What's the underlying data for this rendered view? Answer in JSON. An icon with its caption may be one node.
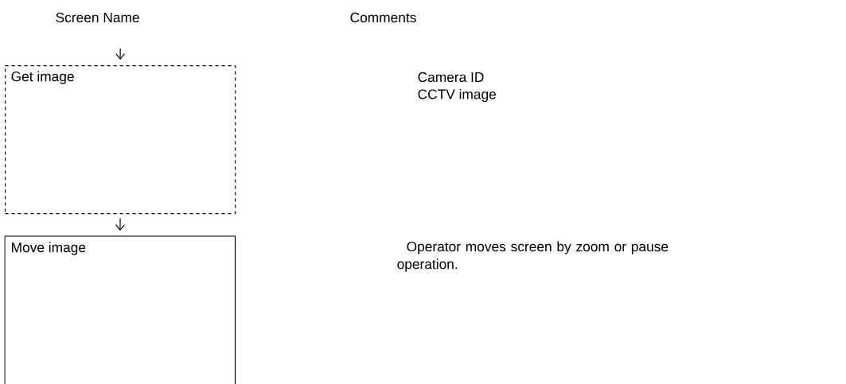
{
  "diagram": {
    "nodes": [
      {
        "text": [
          "Get image"
        ]
      },
      {
        "text": [
          "Move image"
        ]
      }
    ],
    "edges": [
      {
        "from": null,
        "to": 0,
        "arrow": "to"
      },
      {
        "from": 0,
        "to": 1,
        "arrow": "to"
      }
    ],
    "labels": [
      "Screen Name",
      "Comments",
      "Camera ID",
      "CCTV image",
      "Operator moves screen by zoom or pause operation."
    ]
  }
}
